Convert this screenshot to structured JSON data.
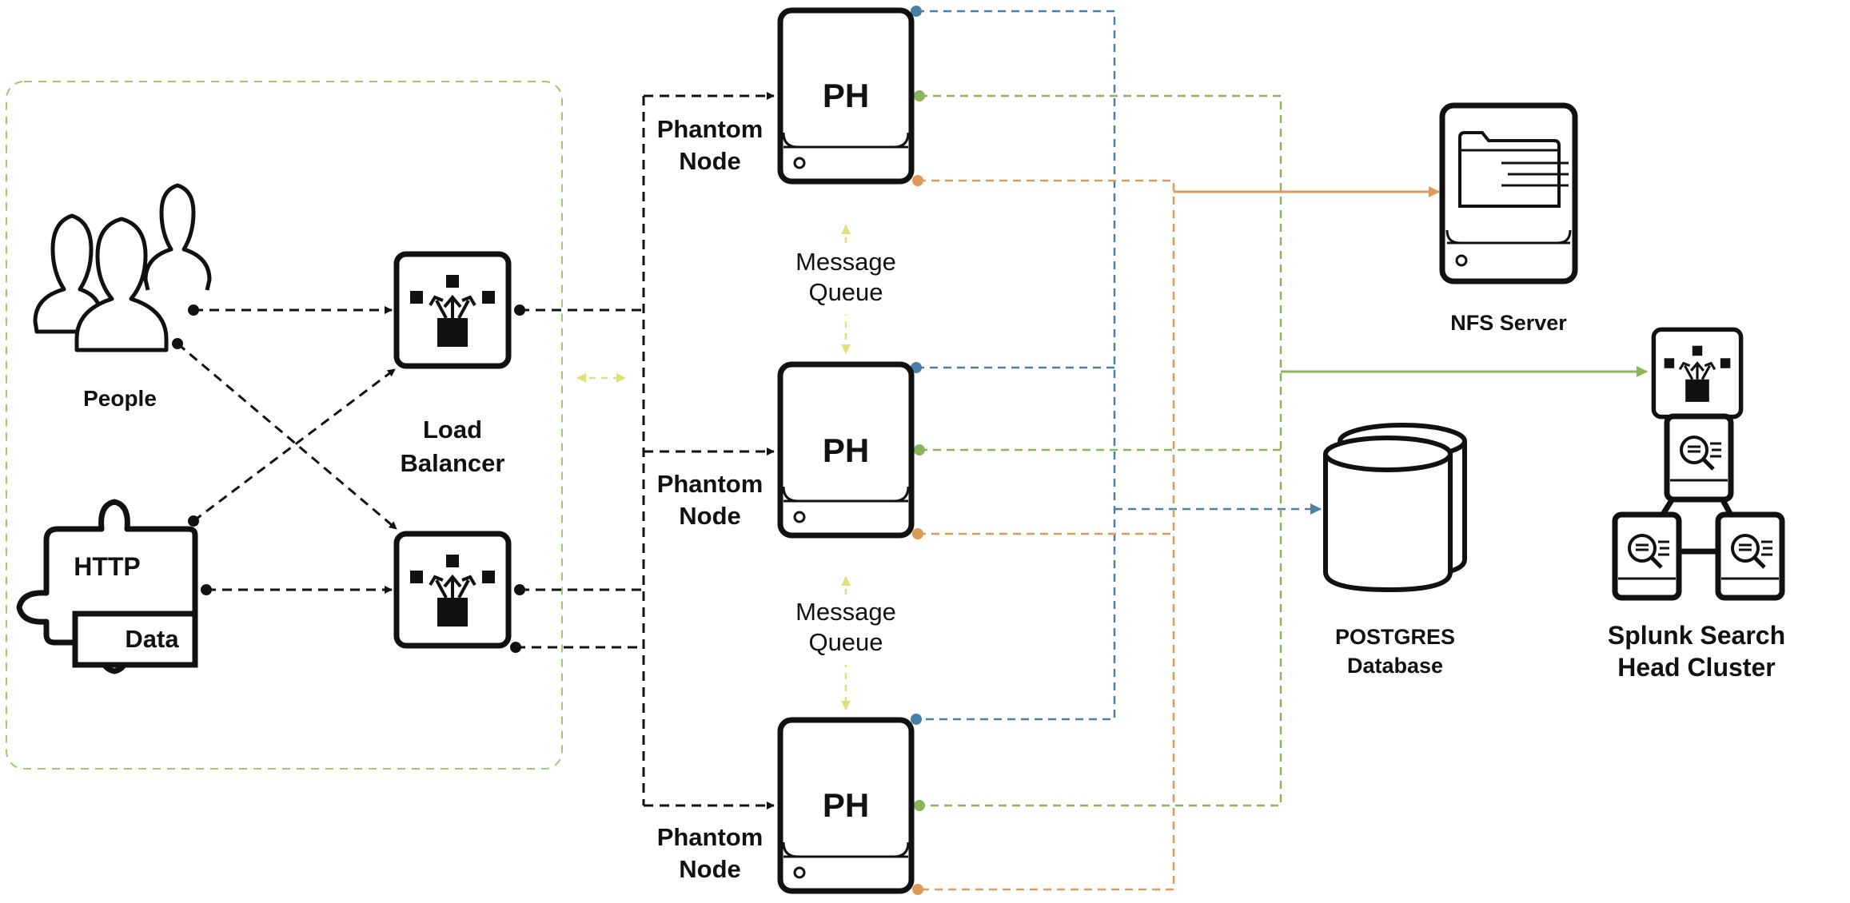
{
  "people": {
    "label": "People"
  },
  "load_balancer": {
    "label_line1": "Load",
    "label_line2": "Balancer"
  },
  "http_data": {
    "http": "HTTP",
    "data": "Data"
  },
  "phantom_nodes": [
    {
      "glyph": "PH",
      "label_line1": "Phantom",
      "label_line2": "Node"
    },
    {
      "glyph": "PH",
      "label_line1": "Phantom",
      "label_line2": "Node"
    },
    {
      "glyph": "PH",
      "label_line1": "Phantom",
      "label_line2": "Node"
    }
  ],
  "message_queues": [
    {
      "line1": "Message",
      "line2": "Queue"
    },
    {
      "line1": "Message",
      "line2": "Queue"
    }
  ],
  "nfs_server": {
    "label": "NFS Server"
  },
  "postgres": {
    "label_line1": "POSTGRES",
    "label_line2": "Database"
  },
  "splunk": {
    "label_line1": "Splunk Search",
    "label_line2": "Head Cluster"
  },
  "colors": {
    "ink": "#111111",
    "blue": "#4a7fa6",
    "green": "#8ab55a",
    "orange": "#e09a58",
    "yellow": "#dfe07a",
    "zone_border": "#9ccb6e"
  }
}
